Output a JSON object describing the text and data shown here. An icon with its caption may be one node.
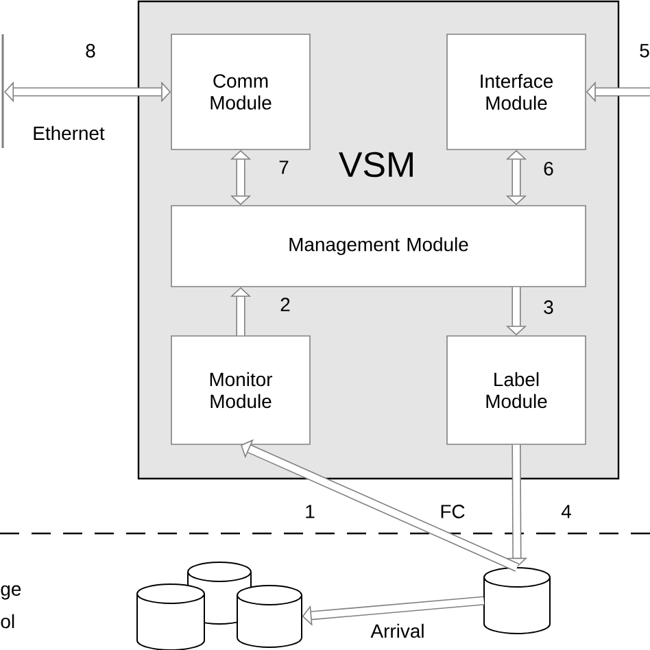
{
  "diagram": {
    "nodes": [
      {
        "text": [
          "VSM"
        ]
      },
      {
        "text": [
          "Comm Module"
        ],
        "in": 0
      },
      {
        "text": [
          "Interface Module"
        ],
        "in": 0
      },
      {
        "text": [
          "Management Module"
        ],
        "in": 0
      },
      {
        "text": [
          "Monitor Module"
        ],
        "in": 0
      },
      {
        "text": [
          "Label Module"
        ],
        "in": 0
      },
      {
        "text": [],
        "shape": "cylinder"
      },
      {
        "text": [],
        "shape": "cylinder"
      },
      {
        "text": [],
        "shape": "cylinder"
      },
      {
        "text": [],
        "shape": "cylinder"
      }
    ],
    "edges": [
      {
        "from": null,
        "to": 1,
        "arrow": "both",
        "label": "8"
      },
      {
        "from": null,
        "to": 2,
        "arrow": "to",
        "label": "5"
      },
      {
        "from": 1,
        "to": 3,
        "arrow": "both",
        "label": "7"
      },
      {
        "from": 2,
        "to": 3,
        "arrow": "both",
        "label": "6"
      },
      {
        "from": 4,
        "to": 3,
        "arrow": "to",
        "label": "2"
      },
      {
        "from": 3,
        "to": 5,
        "arrow": "to",
        "label": "3"
      },
      {
        "from": 5,
        "to": 6,
        "arrow": "to",
        "label": "4"
      },
      {
        "from": 6,
        "to": 4,
        "arrow": "to",
        "label": "1"
      },
      {
        "from": 6,
        "to": 9,
        "arrow": "to",
        "label": "Arrival"
      }
    ],
    "labels": [
      "Ethernet",
      "FC",
      "ge",
      "ol"
    ]
  }
}
